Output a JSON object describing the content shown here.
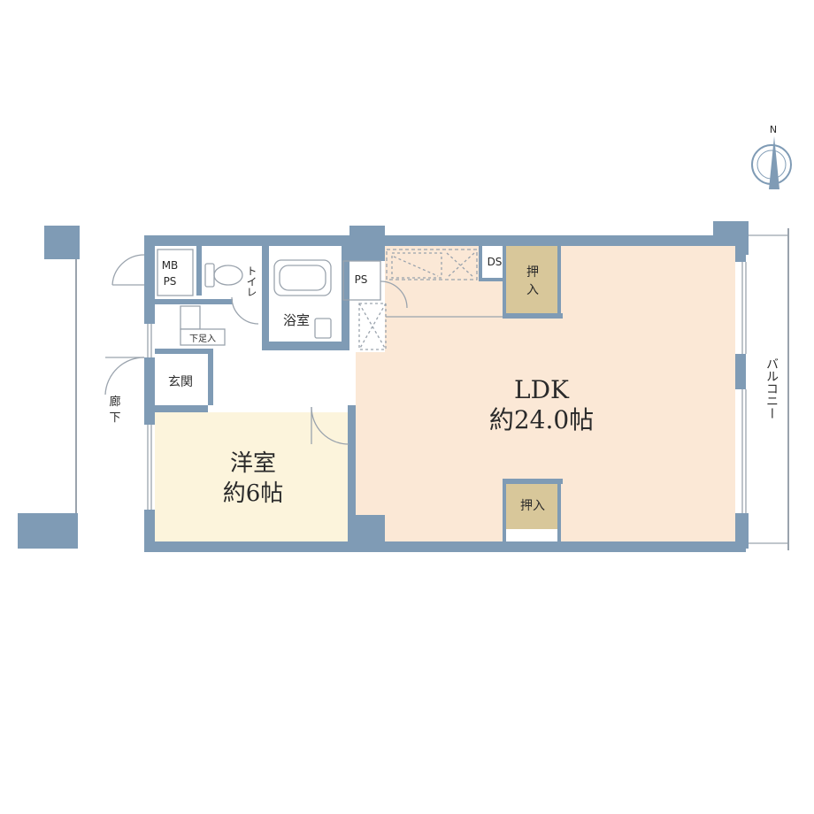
{
  "labels": {
    "mb_ps_line1": "MB",
    "mb_ps_line2": "PS",
    "toilet": "トイレ",
    "bath": "浴室",
    "ps": "PS",
    "ds": "DS",
    "closet_top_line1": "押",
    "closet_top_line2": "入",
    "shoe_box": "下足入",
    "entrance": "玄関",
    "corridor_line1": "廊",
    "corridor_line2": "下",
    "ldk_name": "LDK",
    "ldk_size": "約24.0帖",
    "western_name": "洋室",
    "western_size": "約6帖",
    "closet_bottom": "押入",
    "balcony": "バルコニー",
    "compass": "N"
  },
  "colors": {
    "wall": "#7f9bb5",
    "ldk_floor": "#fbe8d6",
    "western_floor": "#fcf4dc",
    "closet": "#d8c79a",
    "room_white": "#ffffff",
    "line": "#9aa3ad",
    "text": "#2a2a2a"
  }
}
